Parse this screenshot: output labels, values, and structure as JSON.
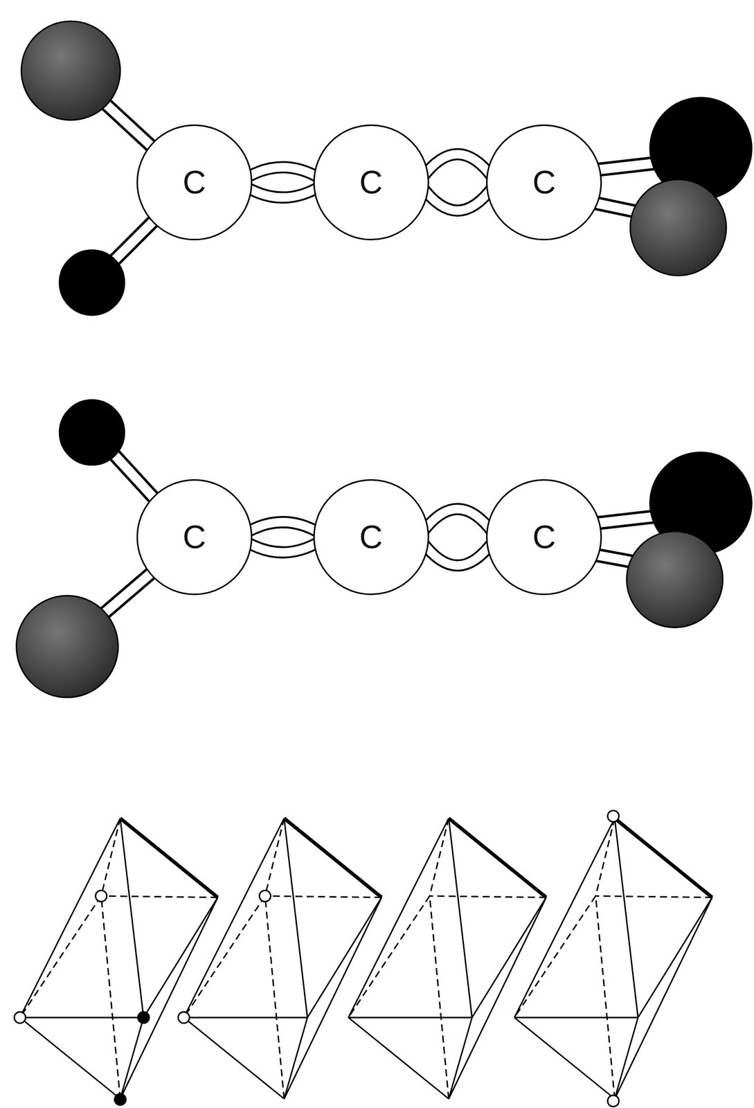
{
  "diagram": {
    "nodes": [
      {
        "text": [
          "C"
        ]
      },
      {
        "text": [
          "C"
        ]
      },
      {
        "text": [
          "C"
        ]
      },
      {
        "text": [
          "C"
        ]
      },
      {
        "text": [
          "C"
        ]
      },
      {
        "text": [
          "C"
        ]
      }
    ],
    "edges": [
      {
        "from": 0,
        "to": 1,
        "arrow": "none"
      },
      {
        "from": 1,
        "to": 2,
        "arrow": "none"
      },
      {
        "from": 3,
        "to": 4,
        "arrow": "none"
      },
      {
        "from": 4,
        "to": 5,
        "arrow": "none"
      }
    ]
  }
}
